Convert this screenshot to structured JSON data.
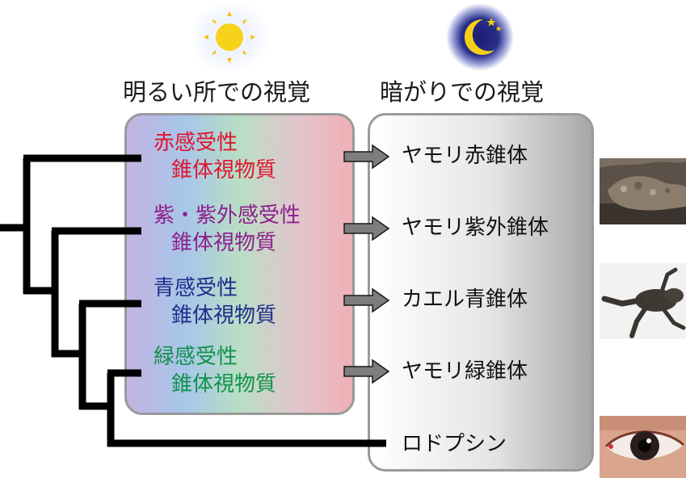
{
  "headers": {
    "bright": "明るい所での視覚",
    "dark": "暗がりでの視覚"
  },
  "icons": {
    "bright": "sun-icon",
    "dark": "moon-stars-icon"
  },
  "opsins": [
    {
      "line1": "赤感受性",
      "line2": "錐体視物質",
      "color": "#e0152f"
    },
    {
      "line1": "紫・紫外感受性",
      "line2": "錐体視物質",
      "color": "#8e1f8c"
    },
    {
      "line1": "青感受性",
      "line2": "錐体視物質",
      "color": "#1f2d8c"
    },
    {
      "line1": "緑感受性",
      "line2": "錐体視物質",
      "color": "#11934a"
    }
  ],
  "dark_labels": [
    "ヤモリ赤錐体",
    "ヤモリ紫外錐体",
    "カエル青錐体",
    "ヤモリ緑錐体",
    "ロドプシン"
  ],
  "photos": [
    "gecko-photo",
    "frog-photo",
    "eye-photo"
  ],
  "colors": {
    "tree": "#000000",
    "arrow_fill": "#7d7d7d",
    "panel_border": "#9a9a9a"
  }
}
